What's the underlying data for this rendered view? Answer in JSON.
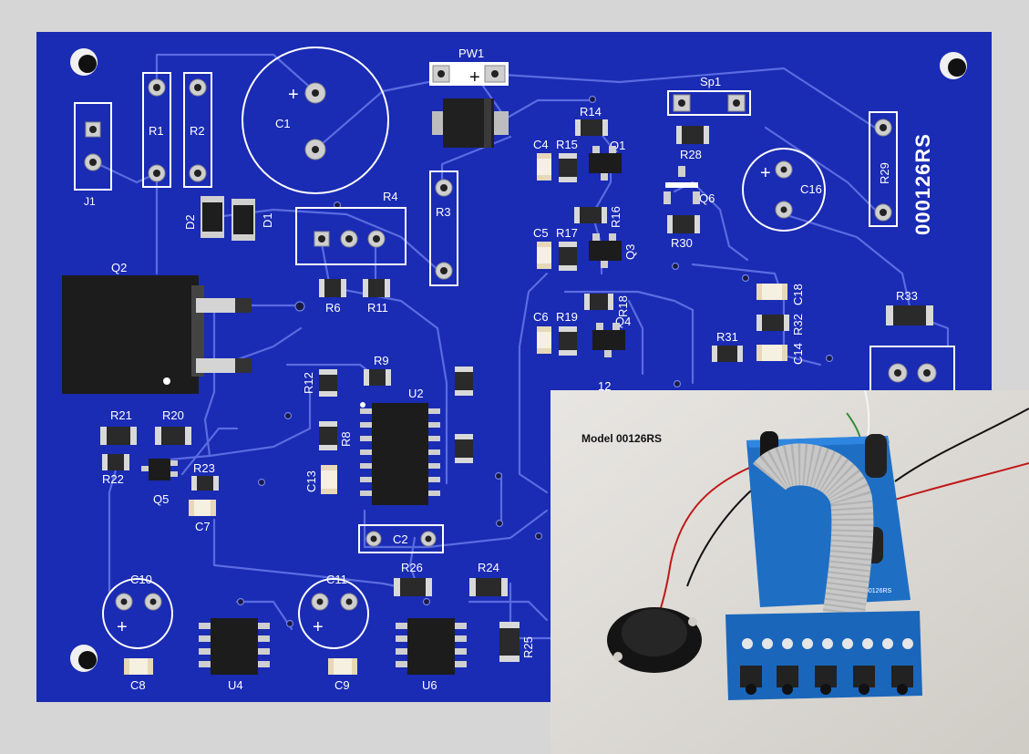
{
  "board": {
    "serial_text": "000126RS",
    "colors": {
      "background": "#d6d6d6",
      "pcb": "#1a2bb4",
      "trace": "#5a6ce0",
      "silk": "#ffffff"
    },
    "designators": {
      "j1": "J1",
      "r1": "R1",
      "r2": "R2",
      "c1": "C1",
      "pw1": "PW1",
      "sp1": "Sp1",
      "r14": "R14",
      "c4": "C4",
      "r15": "R15",
      "q1": "Q1",
      "r28": "R28",
      "c16": "C16",
      "r29": "R29",
      "r3": "R3",
      "r4": "R4",
      "d1": "D1",
      "d2": "D2",
      "q2": "Q2",
      "r16": "R16",
      "c5": "C5",
      "r17": "R17",
      "q3": "Q3",
      "q6": "Q6",
      "r30": "R30",
      "r6": "R6",
      "r11": "R11",
      "r18": "R18",
      "c18": "C18",
      "r33": "R33",
      "c6": "C6",
      "r19": "R19",
      "q4": "Q4",
      "r32": "R32",
      "r31": "R31",
      "c14": "C14",
      "r9": "R9",
      "r12": "R12",
      "u2": "U2",
      "r8": "R8",
      "r21": "R21",
      "r20": "R20",
      "r22": "R22",
      "q5": "Q5",
      "r23": "R23",
      "c13": "C13",
      "c7": "C7",
      "c2": "C2",
      "c10": "C10",
      "c11": "C11",
      "r26": "R26",
      "r24": "R24",
      "r25": "R25",
      "c8": "C8",
      "u4": "U4",
      "c9": "C9",
      "u6": "U6",
      "r12b": "12"
    }
  },
  "photo": {
    "caption": "Model 00126RS",
    "pcb_print": "00126RS"
  }
}
